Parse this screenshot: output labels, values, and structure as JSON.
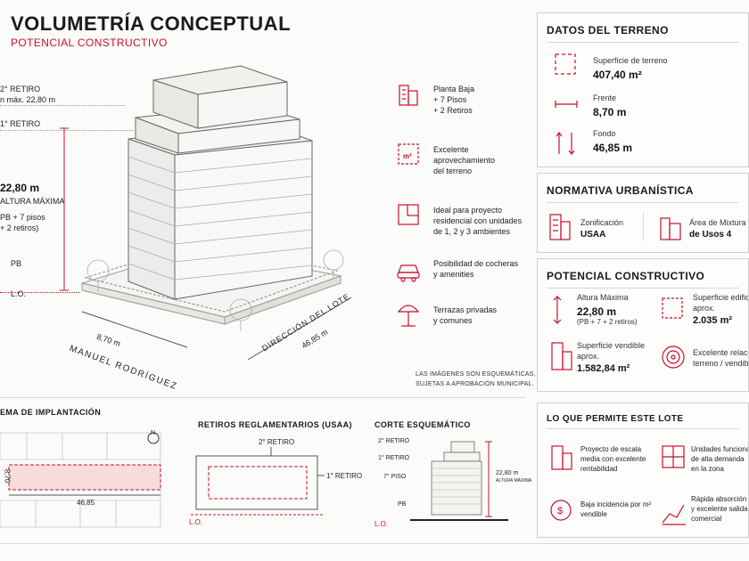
{
  "header": {
    "title": "VOLUMETRÍA CONCEPTUAL",
    "subtitle": "POTENCIAL CONSTRUCTIVO"
  },
  "left_labels": {
    "retiro2": "2° RETIRO",
    "altura_max_small": "n máx. 22,80 m",
    "retiro1": "1° RETIRO",
    "height_value": "22,80 m",
    "height_caption": "ALTURA MÁXIMA",
    "height_note_1": "PB + 7 pisos",
    "height_note_2": "+ 2 retiros)",
    "pb": "PB",
    "lo": "L.O."
  },
  "lot_labels": {
    "frente": "8,70 m",
    "street_left": "MANUEL RODRÍGUEZ",
    "street_right": "DIRECCIÓN DEL LOTE",
    "fondo": "46,85 m"
  },
  "features": [
    {
      "icon": "building-icon",
      "lines": [
        "Planta Baja",
        "+ 7 Pisos",
        "+ 2 Retiros"
      ]
    },
    {
      "icon": "area-icon",
      "lines": [
        "Excelente",
        "aprovechamiento",
        "del terreno"
      ]
    },
    {
      "icon": "floorplan-icon",
      "lines": [
        "Ideal para proyecto",
        "residencial con unidades",
        "de 1, 2 y 3 ambientes"
      ]
    },
    {
      "icon": "car-icon",
      "lines": [
        "Posibilidad de cocheras",
        "y amenities"
      ]
    },
    {
      "icon": "umbrella-icon",
      "lines": [
        "Terrazas privadas",
        "y comunes"
      ]
    }
  ],
  "disclaimer": [
    "LAS IMÁGENES SON ESQUEMÁTICAS,",
    "SUJETAS A APROBACIÓN MUNICIPAL."
  ],
  "terreno": {
    "title": "DATOS DEL TERRENO",
    "items": [
      {
        "label": "Superficie de terreno",
        "value": "407,40 m²"
      },
      {
        "label": "Frente",
        "value": "8,70 m"
      },
      {
        "label": "Fondo",
        "value": "46,85 m"
      }
    ]
  },
  "normativa": {
    "title": "NORMATIVA URBANÍSTICA",
    "zon_label": "Zonificación",
    "zon_value": "USAA",
    "mix_label": "Área de Mixtura",
    "mix_value": "de Usos 4"
  },
  "potencial": {
    "title": "POTENCIAL CONSTRUCTIVO",
    "altura_label": "Altura Máxima",
    "altura_value": "22,80 m",
    "altura_note": "(PB + 7 + 2 retiros)",
    "sup_edif_label_1": "Superficie edifica",
    "sup_edif_label_2": "aprox.",
    "sup_edif_value": "2.035 m²",
    "sup_vend_label_1": "Superficie vendible",
    "sup_vend_label_2": "aprox.",
    "sup_vend_value": "1.582,84 m²",
    "rel_label_1": "Excelente relació",
    "rel_label_2": "terreno / vendible"
  },
  "permite": {
    "title": "LO QUE PERMITE ESTE LOTE",
    "items": [
      {
        "lines": [
          "Proyecto de escala",
          "media con excelente",
          "rentabilidad"
        ]
      },
      {
        "lines": [
          "Unidades funcionale",
          "de alta demanda",
          "en la zona"
        ]
      },
      {
        "lines": [
          "Baja incidencia por m²",
          "vendible"
        ]
      },
      {
        "lines": [
          "Rápida absorción",
          "y excelente salida",
          "comercial"
        ]
      }
    ]
  },
  "implantacion": {
    "title": "EMA DE IMPLANTACIÓN",
    "north": "N",
    "width": "8,70",
    "length": "46,85"
  },
  "retiros": {
    "title": "RETIROS REGLAMENTARIOS (USAA)",
    "retiro2": "2° RETIRO",
    "retiro1": "1° RETIRO",
    "lo": "L.O."
  },
  "corte": {
    "title": "CORTE ESQUEMÁTICO",
    "r2": "2° RETIRO",
    "r1": "1° RETIRO",
    "piso7": "7° PISO",
    "pb": "PB",
    "lo": "L.O.",
    "h_value": "22,80 m",
    "h_caption": "ALTURA MÁXIMA"
  },
  "colors": {
    "accent": "#c8102e"
  }
}
